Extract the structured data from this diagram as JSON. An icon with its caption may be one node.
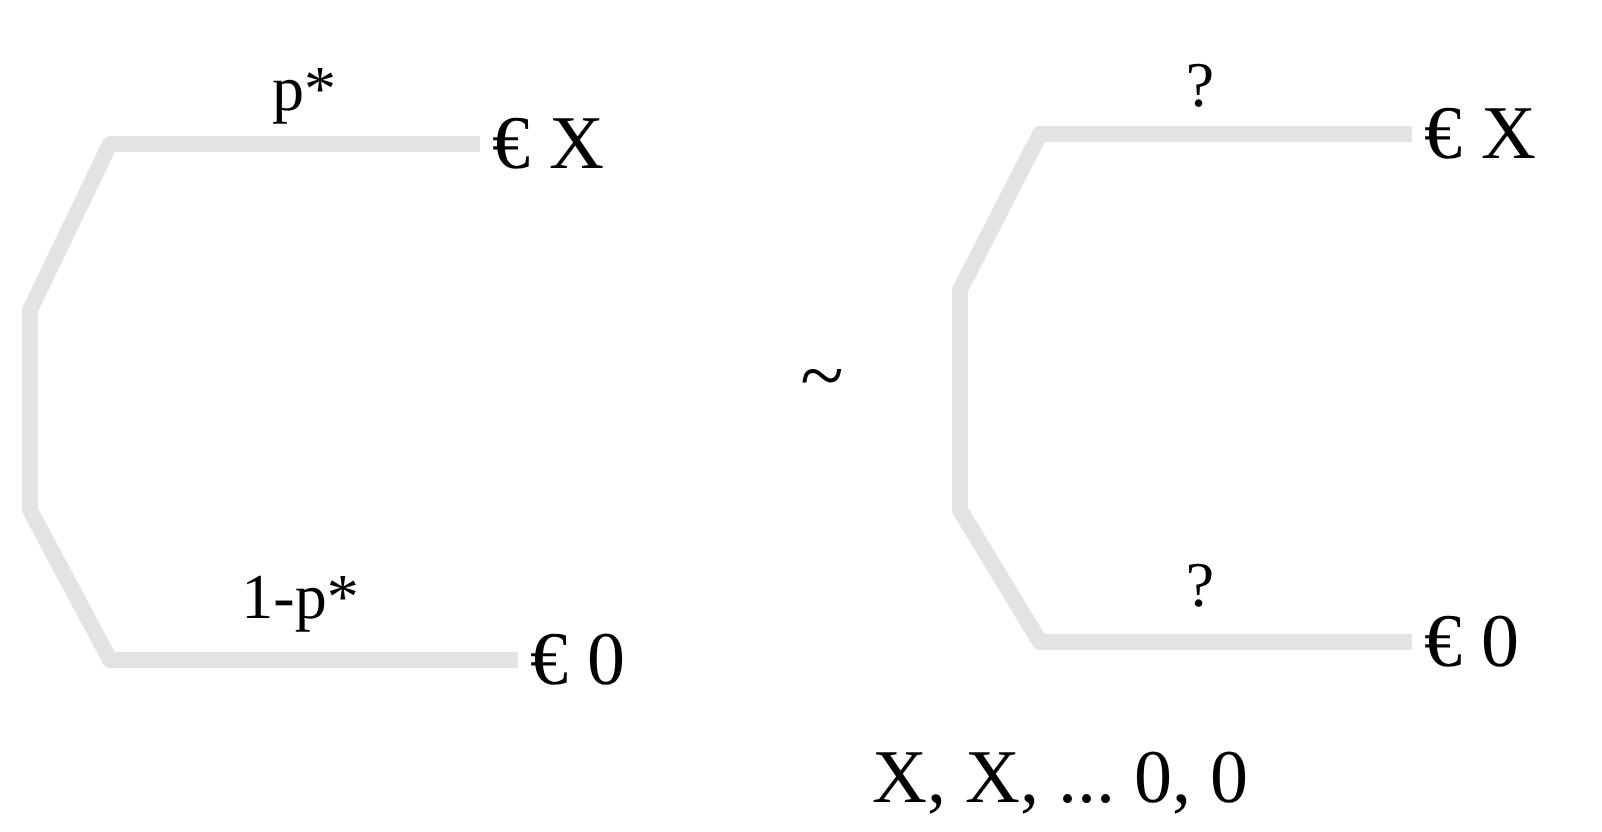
{
  "diagram": {
    "nodes": [
      {
        "text": [
          "€ X"
        ]
      },
      {
        "text": [
          "€ 0"
        ]
      },
      {
        "text": [
          "€ X"
        ]
      },
      {
        "text": [
          "€ 0"
        ]
      }
    ],
    "edges": [
      {
        "from": null,
        "to": 0,
        "arrow": "none",
        "label": "p*"
      },
      {
        "from": null,
        "to": 1,
        "arrow": "none",
        "label": "1-p*"
      },
      {
        "from": null,
        "to": 2,
        "arrow": "none",
        "label": "?"
      },
      {
        "from": null,
        "to": 3,
        "arrow": "none",
        "label": "?"
      }
    ],
    "labels": [
      "~",
      "X, X, ... 0, 0"
    ]
  }
}
